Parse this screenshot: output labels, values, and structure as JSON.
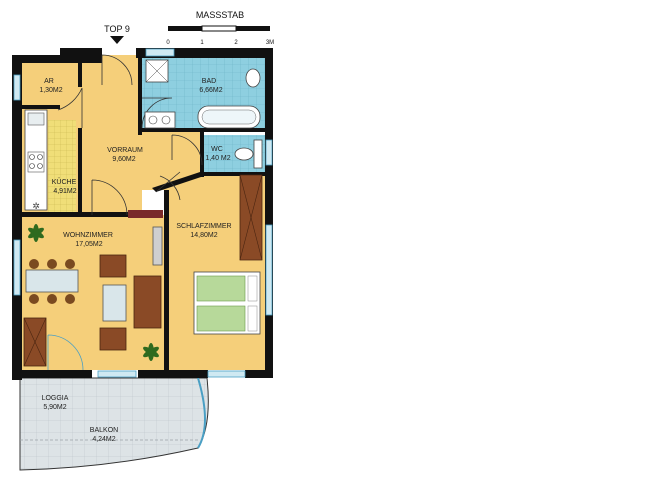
{
  "header": {
    "unit_label": "TOP 9",
    "scale_title": "MASSSTAB",
    "scale_ticks": [
      "0",
      "1",
      "2",
      "3M"
    ]
  },
  "rooms": {
    "ar": {
      "name": "AR",
      "area": "1,30M2"
    },
    "bad": {
      "name": "BAD",
      "area": "6,66M2"
    },
    "vorraum": {
      "name": "VORRAUM",
      "area": "9,60M2"
    },
    "wc": {
      "name": "WC",
      "area": "1,40 M2"
    },
    "kueche": {
      "name": "KÜCHE",
      "area": "4,91M2"
    },
    "wohnzimmer": {
      "name": "WOHNZIMMER",
      "area": "17,05M2"
    },
    "schlafzimmer": {
      "name": "SCHLAFZIMMER",
      "area": "14,80M2"
    },
    "loggia": {
      "name": "LOGGIA",
      "area": "5,90M2"
    },
    "balkon": {
      "name": "BALKON",
      "area": "4,24M2"
    }
  },
  "colors": {
    "wall": "#111111",
    "floor_wood": "#f5cf7a",
    "floor_tile": "#8ecfe0",
    "kitchen_tile": "#f0de78",
    "balcony": "#dde3e6",
    "bed": "#b7d99a",
    "sofa": "#8a4a26",
    "plant": "#2f6a1f"
  }
}
